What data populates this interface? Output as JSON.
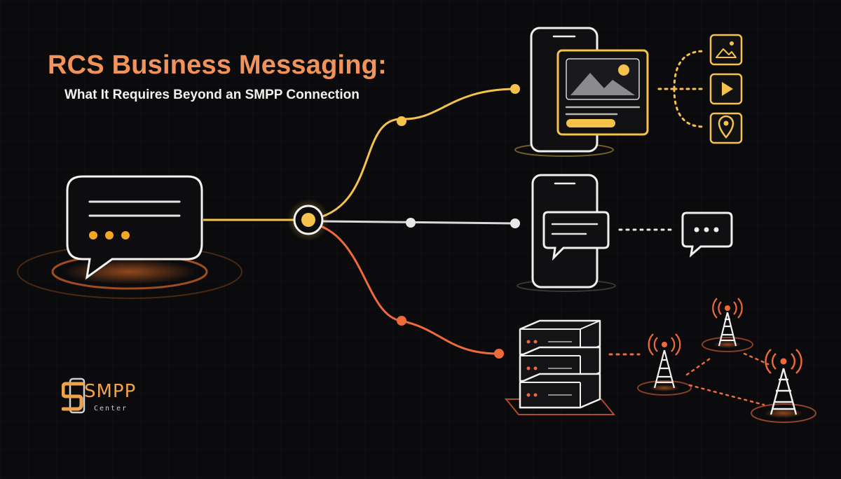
{
  "header": {
    "title": "RCS Business Messaging:",
    "subtitle": "What It Requires Beyond an SMPP Connection"
  },
  "logo": {
    "name": "SMPP",
    "tagline": "Center"
  },
  "colors": {
    "background": "#0b0b0d",
    "rcs_branch": "#f5c24a",
    "sms_branch": "#d9d9d9",
    "network_branch": "#ef6a3a",
    "title": "#f2935a",
    "subtitle": "#f4f1ec"
  },
  "icons": {
    "source": "chat-bubble-icon",
    "hub": "hub-node-icon",
    "rcs_media": [
      "image-icon",
      "play-icon",
      "location-pin-icon"
    ],
    "sms_reply": "typing-bubble-icon",
    "infrastructure": [
      "server-stack-icon",
      "cell-tower-icon"
    ]
  }
}
